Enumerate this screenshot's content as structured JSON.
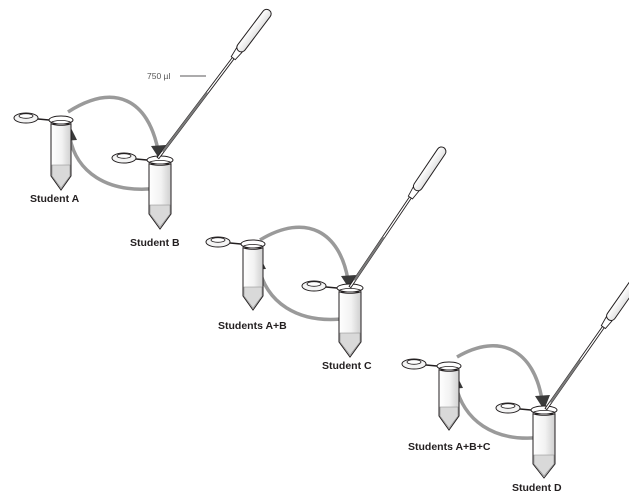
{
  "diagram": {
    "volume_label": "750 µl",
    "labels": {
      "student_a": "Student A",
      "student_b": "Student B",
      "students_ab": "Students A+B",
      "student_c": "Student C",
      "students_abc": "Students A+B+C",
      "student_d": "Student D"
    },
    "colors": {
      "arrow": "#9a9a9a",
      "arrow_head": "#3a3a3a",
      "outline": "#231f20",
      "liquid": "#d9d9d9",
      "pipette_band": "#7a7a7a"
    }
  }
}
